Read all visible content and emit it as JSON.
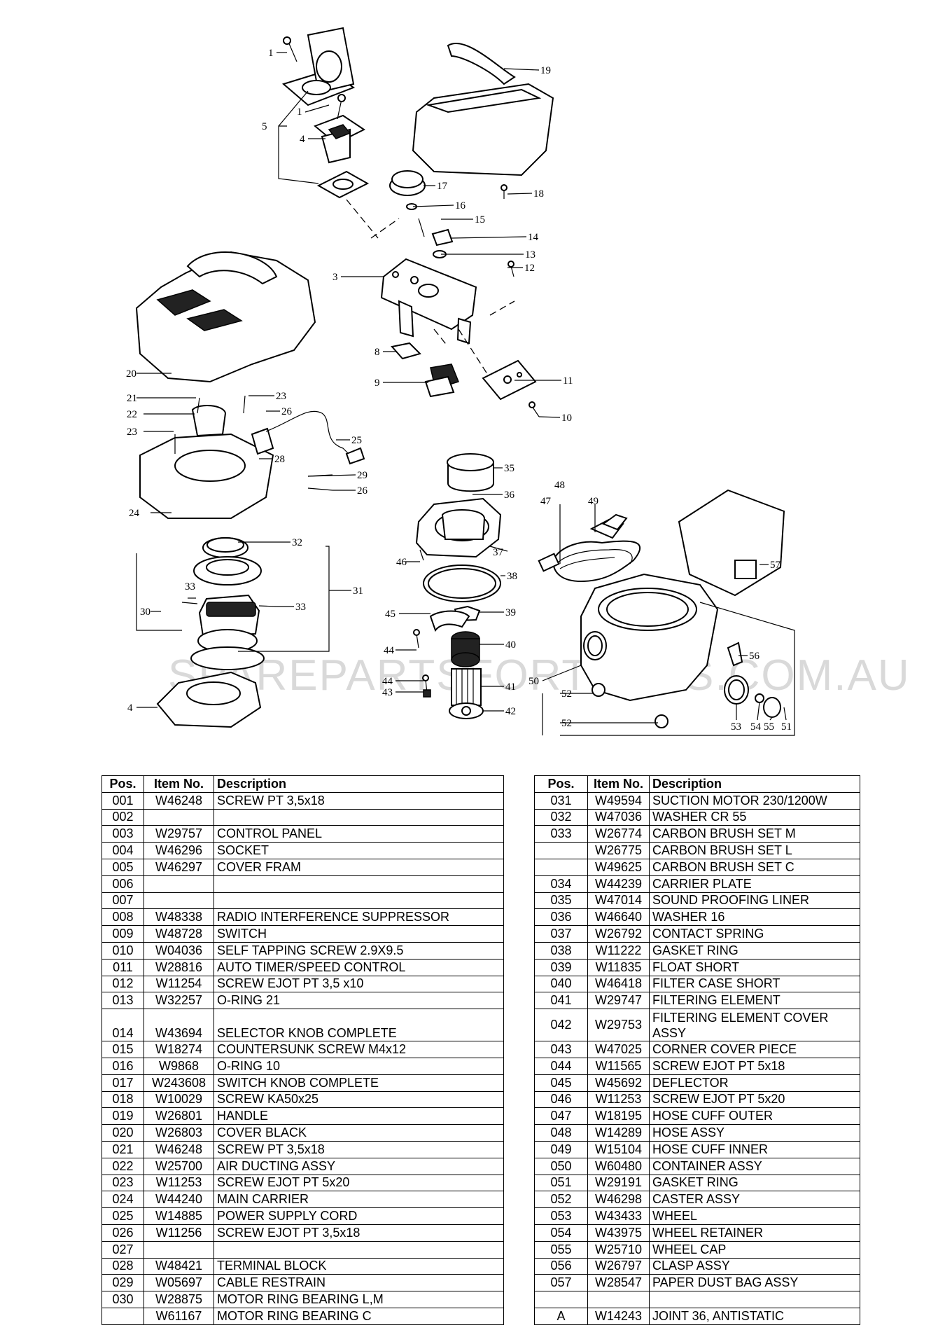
{
  "watermark": "SPAREPARTSFORTOOLS.COM.AU",
  "callouts": [
    "1",
    "1",
    "5",
    "4",
    "19",
    "17",
    "18",
    "16",
    "15",
    "14",
    "13",
    "12",
    "3",
    "20",
    "8",
    "9",
    "11",
    "10",
    "21",
    "22",
    "23",
    "23",
    "26",
    "25",
    "28",
    "29",
    "26",
    "24",
    "35",
    "36",
    "48",
    "47",
    "49",
    "32",
    "31",
    "30",
    "33",
    "33",
    "46",
    "37",
    "38",
    "57",
    "45",
    "39",
    "44",
    "40",
    "41",
    "43",
    "42",
    "44",
    "56",
    "50",
    "52",
    "52",
    "53",
    "54",
    "55",
    "51",
    "4"
  ],
  "left_table": {
    "headers": [
      "Pos.",
      "Item No.",
      "Description"
    ],
    "rows": [
      {
        "pos": "001",
        "item": "W46248",
        "desc": "SCREW PT 3,5x18"
      },
      {
        "pos": "002",
        "item": "",
        "desc": ""
      },
      {
        "pos": "003",
        "item": "W29757",
        "desc": "CONTROL PANEL"
      },
      {
        "pos": "004",
        "item": "W46296",
        "desc": "SOCKET"
      },
      {
        "pos": "005",
        "item": "W46297",
        "desc": "COVER FRAM"
      },
      {
        "pos": "006",
        "item": "",
        "desc": ""
      },
      {
        "pos": "007",
        "item": "",
        "desc": ""
      },
      {
        "pos": "008",
        "item": "W48338",
        "desc": "RADIO INTERFERENCE SUPPRESSOR"
      },
      {
        "pos": "009",
        "item": "W48728",
        "desc": "SWITCH"
      },
      {
        "pos": "010",
        "item": "W04036",
        "desc": "SELF TAPPING SCREW 2.9X9.5"
      },
      {
        "pos": "011",
        "item": "W28816",
        "desc": "AUTO TIMER/SPEED CONTROL"
      },
      {
        "pos": "012",
        "item": "W11254",
        "desc": "SCREW EJOT PT 3,5 x10"
      },
      {
        "pos": "013",
        "item": "W32257",
        "desc": "O-RING 21"
      },
      {
        "pos": "014",
        "item": "W43694",
        "desc": "SELECTOR KNOB COMPLETE",
        "tall": true
      },
      {
        "pos": "015",
        "item": "W18274",
        "desc": "COUNTERSUNK SCREW M4x12"
      },
      {
        "pos": "016",
        "item": "W9868",
        "desc": "O-RING 10"
      },
      {
        "pos": "017",
        "item": "W243608",
        "desc": "SWITCH KNOB COMPLETE"
      },
      {
        "pos": "018",
        "item": "W10029",
        "desc": "SCREW KA50x25"
      },
      {
        "pos": "019",
        "item": "W26801",
        "desc": "HANDLE"
      },
      {
        "pos": "020",
        "item": "W26803",
        "desc": "COVER BLACK"
      },
      {
        "pos": "021",
        "item": "W46248",
        "desc": "SCREW PT 3,5x18"
      },
      {
        "pos": "022",
        "item": "W25700",
        "desc": "AIR DUCTING ASSY"
      },
      {
        "pos": "023",
        "item": "W11253",
        "desc": "SCREW EJOT PT 5x20"
      },
      {
        "pos": "024",
        "item": "W44240",
        "desc": "MAIN CARRIER"
      },
      {
        "pos": "025",
        "item": "W14885",
        "desc": "POWER SUPPLY CORD"
      },
      {
        "pos": "026",
        "item": "W11256",
        "desc": "SCREW EJOT PT 3,5x18"
      },
      {
        "pos": "027",
        "item": "",
        "desc": ""
      },
      {
        "pos": "028",
        "item": "W48421",
        "desc": "TERMINAL BLOCK"
      },
      {
        "pos": "029",
        "item": "W05697",
        "desc": "CABLE RESTRAIN"
      },
      {
        "pos": "030",
        "item": "W28875",
        "desc": "MOTOR RING BEARING L,M"
      },
      {
        "pos": "",
        "item": "W61167",
        "desc": "MOTOR RING BEARING C"
      }
    ]
  },
  "right_table": {
    "headers": [
      "Pos.",
      "Item No.",
      "Description"
    ],
    "rows": [
      {
        "pos": "031",
        "item": "W49594",
        "desc": "SUCTION MOTOR 230/1200W"
      },
      {
        "pos": "032",
        "item": "W47036",
        "desc": "WASHER CR 55"
      },
      {
        "pos": "033",
        "item": "W26774",
        "desc": "CARBON BRUSH SET M"
      },
      {
        "pos": "",
        "item": "W26775",
        "desc": "CARBON BRUSH SET L"
      },
      {
        "pos": "",
        "item": "W49625",
        "desc": "CARBON BRUSH SET C"
      },
      {
        "pos": "034",
        "item": "W44239",
        "desc": "CARRIER PLATE"
      },
      {
        "pos": "035",
        "item": "W47014",
        "desc": "SOUND PROOFING LINER"
      },
      {
        "pos": "036",
        "item": "W46640",
        "desc": "WASHER 16"
      },
      {
        "pos": "037",
        "item": "W26792",
        "desc": "CONTACT SPRING"
      },
      {
        "pos": "038",
        "item": "W11222",
        "desc": "GASKET RING"
      },
      {
        "pos": "039",
        "item": "W11835",
        "desc": "FLOAT SHORT"
      },
      {
        "pos": "040",
        "item": "W46418",
        "desc": "FILTER CASE SHORT"
      },
      {
        "pos": "041",
        "item": "W29747",
        "desc": "FILTERING ELEMENT"
      },
      {
        "pos": "042",
        "item": "W29753",
        "desc": "FILTERING ELEMENT COVER ASSY",
        "tall": true
      },
      {
        "pos": "043",
        "item": "W47025",
        "desc": "CORNER COVER PIECE"
      },
      {
        "pos": "044",
        "item": "W11565",
        "desc": "SCREW EJOT PT 5x18"
      },
      {
        "pos": "045",
        "item": "W45692",
        "desc": "DEFLECTOR"
      },
      {
        "pos": "046",
        "item": "W11253",
        "desc": "SCREW EJOT PT 5x20"
      },
      {
        "pos": "047",
        "item": "W18195",
        "desc": "HOSE CUFF OUTER"
      },
      {
        "pos": "048",
        "item": "W14289",
        "desc": "HOSE ASSY"
      },
      {
        "pos": "049",
        "item": "W15104",
        "desc": "HOSE CUFF INNER"
      },
      {
        "pos": "050",
        "item": "W60480",
        "desc": "CONTAINER ASSY"
      },
      {
        "pos": "051",
        "item": "W29191",
        "desc": "GASKET RING"
      },
      {
        "pos": "052",
        "item": "W46298",
        "desc": "CASTER ASSY"
      },
      {
        "pos": "053",
        "item": "W43433",
        "desc": "WHEEL"
      },
      {
        "pos": "054",
        "item": "W43975",
        "desc": "WHEEL RETAINER"
      },
      {
        "pos": "055",
        "item": "W25710",
        "desc": "WHEEL CAP"
      },
      {
        "pos": "056",
        "item": "W26797",
        "desc": "CLASP ASSY"
      },
      {
        "pos": "057",
        "item": "W28547",
        "desc": "PAPER DUST BAG ASSY"
      },
      {
        "pos": "",
        "item": "",
        "desc": ""
      },
      {
        "pos": "A",
        "item": "W14243",
        "desc": "JOINT 36, ANTISTATIC"
      }
    ]
  }
}
